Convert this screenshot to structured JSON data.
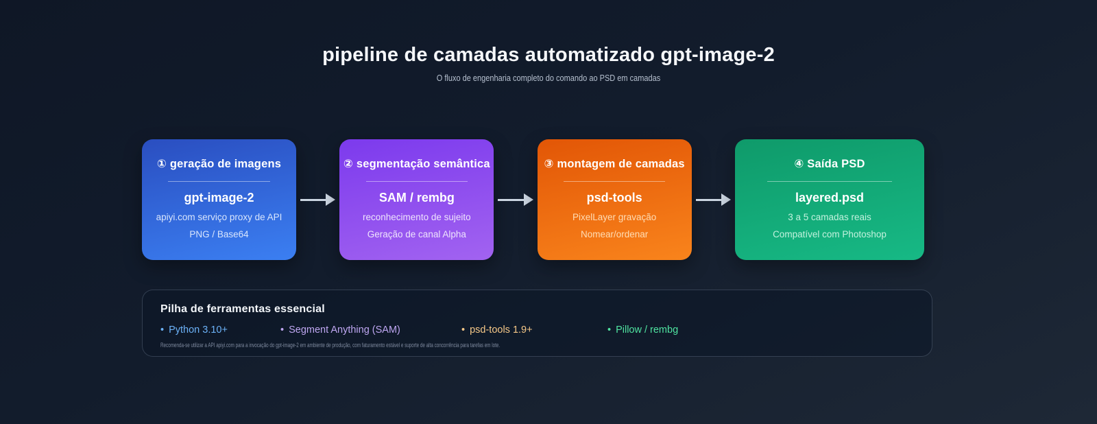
{
  "page": {
    "title": "pipeline de camadas automatizado gpt-image-2",
    "subtitle": "O fluxo de engenharia completo do comando ao PSD em camadas"
  },
  "pipeline": {
    "arrow_color": "#cbd5e1",
    "steps": [
      {
        "number": "①",
        "title": "geração de imagens",
        "tool": "gpt-image-2",
        "details": [
          "apiyi.com serviço proxy de API",
          "PNG / Base64"
        ],
        "color_top": "#2a4ec0",
        "color_bottom": "#3b7ff2",
        "detail_color": "#d9e6fd"
      },
      {
        "number": "②",
        "title": "segmentação semântica",
        "tool": "SAM / rembg",
        "details": [
          "reconhecimento de sujeito",
          "Geração de canal Alpha"
        ],
        "color_top": "#7c3aed",
        "color_bottom": "#a263f0",
        "detail_color": "#efe4fd"
      },
      {
        "number": "③",
        "title": "montagem de camadas",
        "tool": "psd-tools",
        "details": [
          "PixelLayer gravação",
          "Nomear/ordenar"
        ],
        "color_top": "#e25606",
        "color_bottom": "#f9841c",
        "detail_color": "#ffddb5"
      },
      {
        "number": "④",
        "title": "Saída PSD",
        "tool": "layered.psd",
        "details": [
          "3 a 5 camadas reais",
          "Compatível com Photoshop"
        ],
        "color_top": "#0f9a6a",
        "color_bottom": "#17b985",
        "detail_color": "#c3f2de"
      }
    ]
  },
  "toolstack": {
    "title": "Pilha de ferramentas essencial",
    "bullet": "•",
    "items": [
      {
        "label": "Python 3.10+",
        "color": "#6cb2f8"
      },
      {
        "label": "Segment Anything (SAM)",
        "color": "#bfa7f2"
      },
      {
        "label": "psd-tools 1.9+",
        "color": "#f6c888"
      },
      {
        "label": "Pillow / rembg",
        "color": "#4fe3a0"
      }
    ],
    "note": "Recomenda-se utilizar a API apiyi.com para a invocação do gpt-image-2 em ambiente de produção, com faturamento estável e suporte de alta concorrência para tarefas em lote."
  }
}
